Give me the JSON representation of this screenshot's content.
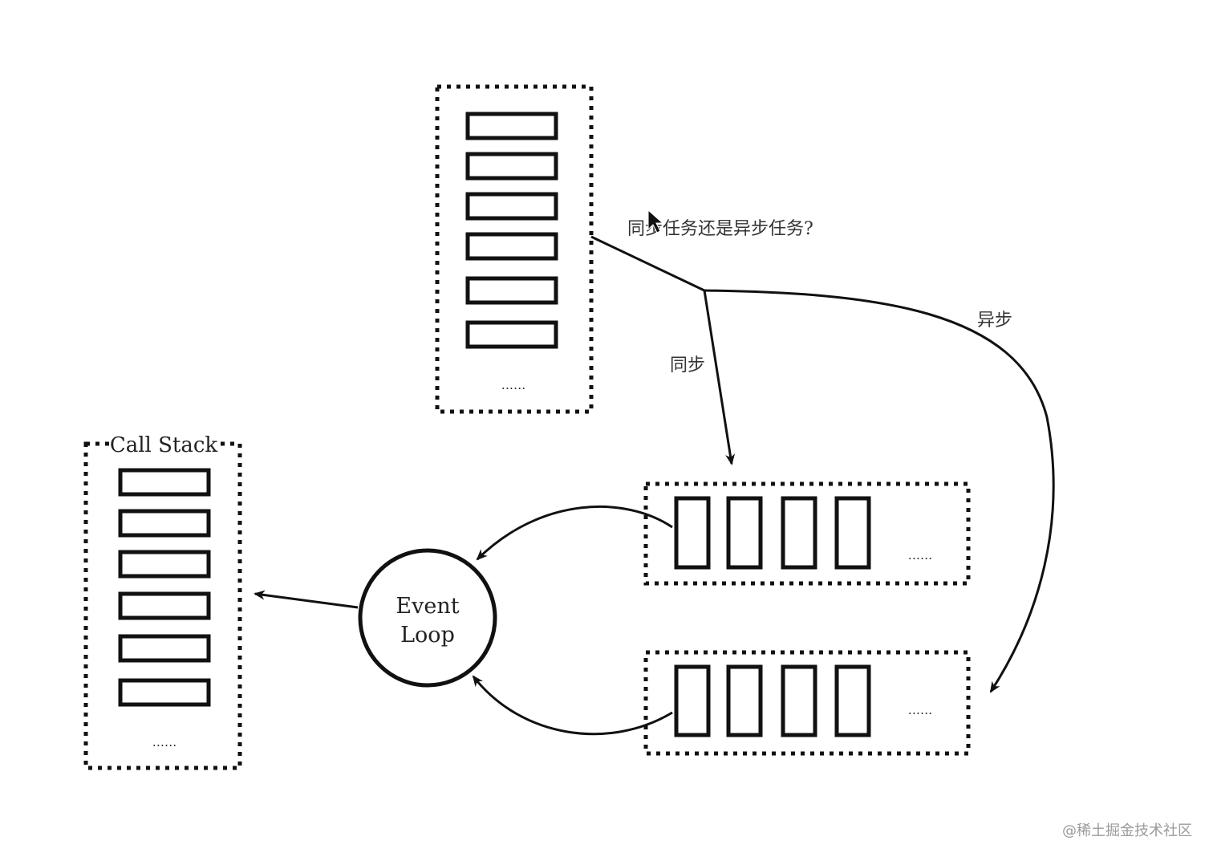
{
  "callstack": {
    "title": "Call Stack",
    "ellipsis": "......"
  },
  "task_source": {
    "ellipsis": "......"
  },
  "event_loop": {
    "line1": "Event",
    "line2": "Loop"
  },
  "sync_queue": {
    "ellipsis": "......"
  },
  "async_queue": {
    "ellipsis": "......"
  },
  "labels": {
    "question": "同步任务还是异步任务?",
    "sync": "同步",
    "async": "异步"
  },
  "watermark": "@稀土掘金技术社区",
  "colors": {
    "stroke": "#111111",
    "text": "#333333",
    "watermark": "#9a9a9a"
  },
  "icons": {
    "cursor": "mouse-pointer-icon"
  }
}
